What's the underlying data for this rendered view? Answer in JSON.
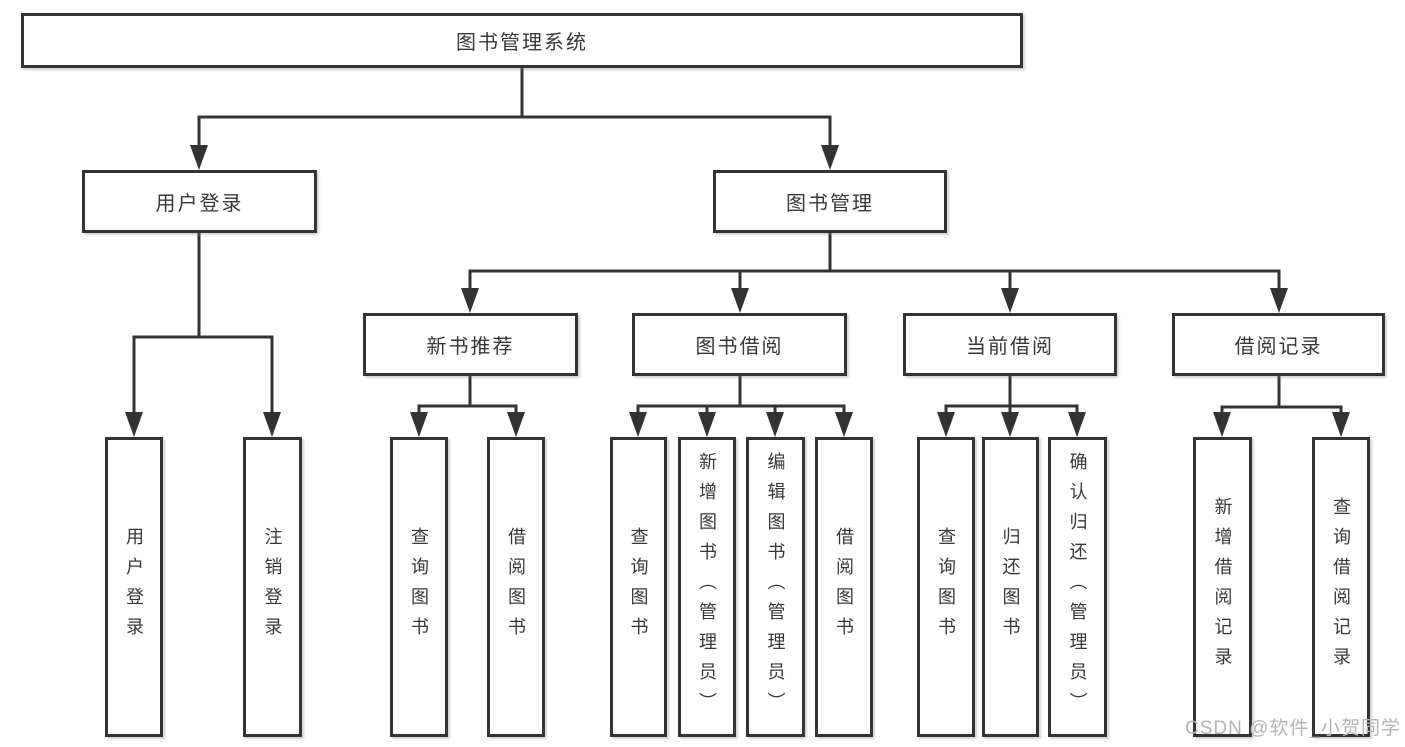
{
  "watermark": "CSDN @软件_小贺同学",
  "colors": {
    "line": "#333333",
    "text": "#383838",
    "watermark": "#b5b5b5",
    "background": "#ffffff"
  },
  "nodes": {
    "root": {
      "label": "图书管理系统"
    },
    "user_login": {
      "label": "用户登录"
    },
    "book_management": {
      "label": "图书管理"
    },
    "new_book_recommend": {
      "label": "新书推荐"
    },
    "book_borrow": {
      "label": "图书借阅"
    },
    "current_borrow": {
      "label": "当前借阅"
    },
    "borrow_records": {
      "label": "借阅记录"
    },
    "leaf_user_login": {
      "label": "用户登录"
    },
    "leaf_logout": {
      "label": "注销登录"
    },
    "leaf_nb_query": {
      "label": "查询图书"
    },
    "leaf_nb_borrow": {
      "label": "借阅图书"
    },
    "leaf_bb_query": {
      "label": "查询图书"
    },
    "leaf_bb_add": {
      "label": "新增图书（管理员）"
    },
    "leaf_bb_edit": {
      "label": "编辑图书（管理员）"
    },
    "leaf_bb_borrow": {
      "label": "借阅图书"
    },
    "leaf_cb_query": {
      "label": "查询图书"
    },
    "leaf_cb_return": {
      "label": "归还图书"
    },
    "leaf_cb_confirm": {
      "label": "确认归还（管理员）"
    },
    "leaf_br_add": {
      "label": "新增借阅记录"
    },
    "leaf_br_query": {
      "label": "查询借阅记录"
    }
  }
}
